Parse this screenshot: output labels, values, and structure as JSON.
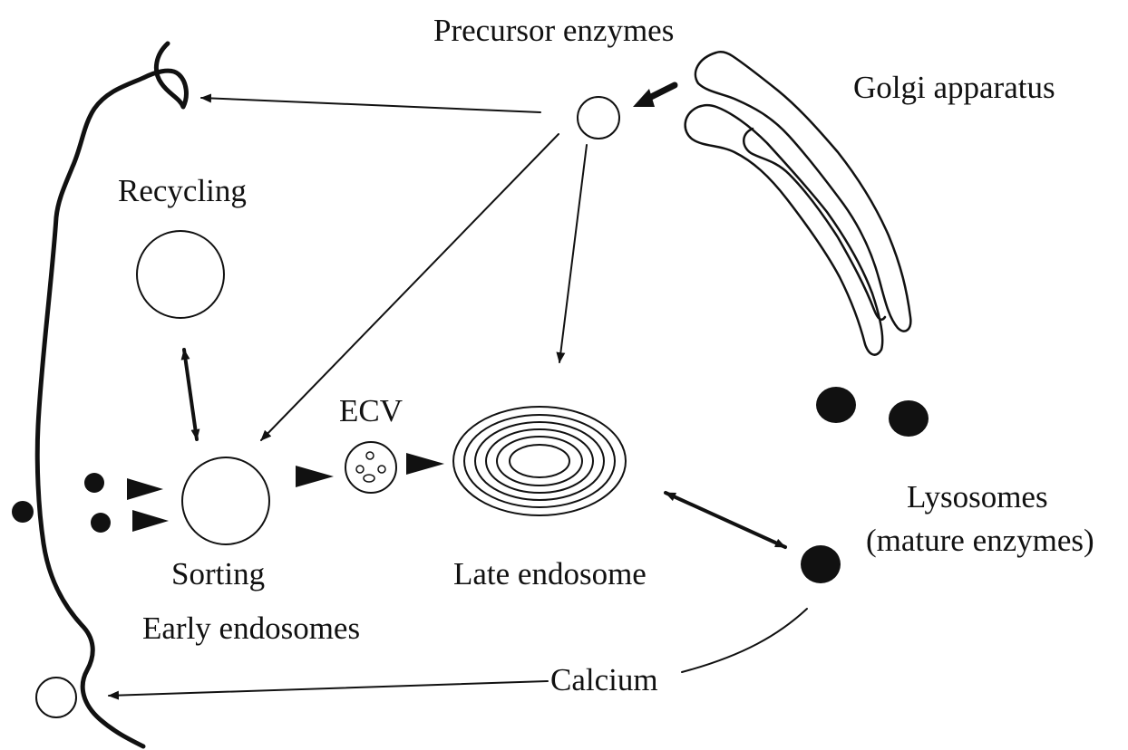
{
  "labels": {
    "precursor_enzymes": "Precursor enzymes",
    "golgi_apparatus": "Golgi apparatus",
    "recycling": "Recycling",
    "ecv": "ECV",
    "sorting": "Sorting",
    "early_endosomes": "Early endosomes",
    "late_endosome": "Late endosome",
    "lysosomes": "Lysosomes",
    "mature_enzymes": "(mature enzymes)",
    "calcium": "Calcium"
  },
  "colors": {
    "ink": "#111111",
    "background": "#ffffff"
  }
}
